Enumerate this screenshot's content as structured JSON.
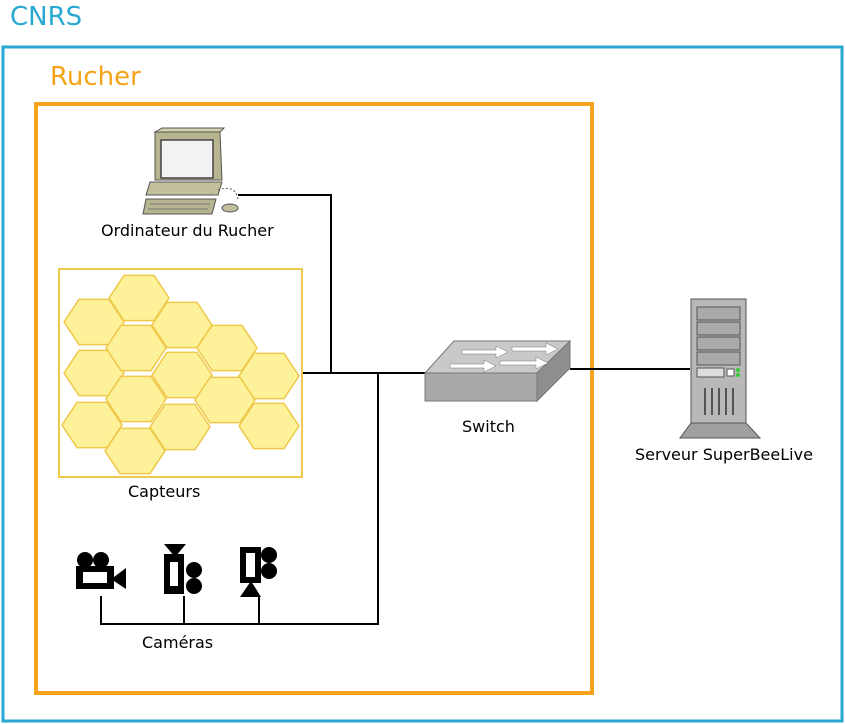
{
  "zones": {
    "outer_label": "CNRS",
    "inner_label": "Rucher"
  },
  "nodes": {
    "computer_label": "Ordinateur du Rucher",
    "sensors_label": "Capteurs",
    "cameras_label": "Caméras",
    "switch_label": "Switch",
    "server_label": "Serveur SuperBeeLive"
  },
  "colors": {
    "cnrs_border": "#29a8d1",
    "rucher_border": "#f5a318",
    "hex_fill": "#fdf29a",
    "hex_stroke": "#f0c84a"
  },
  "icons": {
    "computer": "desktop-computer-icon",
    "sensors": "honeycomb-icon",
    "switch": "network-switch-icon",
    "server": "tower-server-icon",
    "camera": "video-camera-icon"
  }
}
